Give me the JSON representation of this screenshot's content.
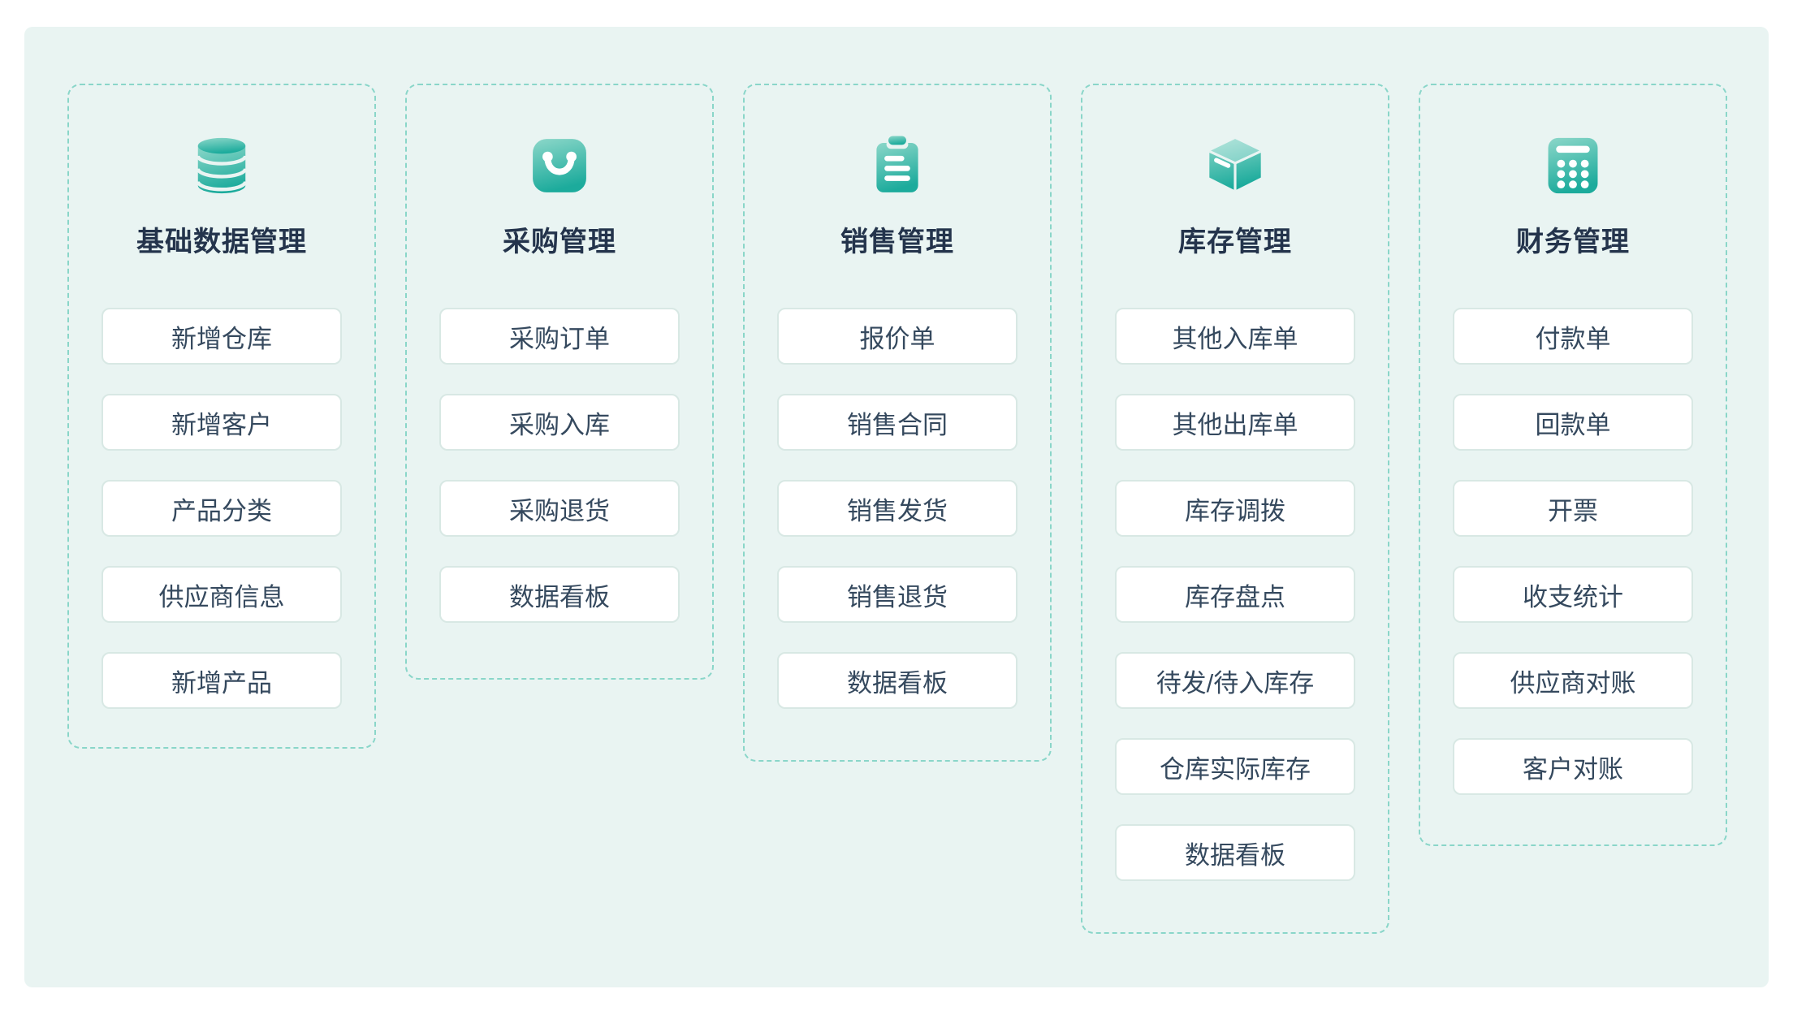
{
  "page": {
    "background": "#ffffff",
    "panel_background": "#e9f4f2",
    "dashed_border_color": "#8ad6c9",
    "accent_gradient_top": "#8cd7c9",
    "accent_gradient_bottom": "#1cab9c",
    "title_color": "#24344c",
    "button_text_color": "#35495e"
  },
  "sections": [
    {
      "title": "基础数据管理",
      "icon": "database-icon",
      "items": [
        "新增仓库",
        "新增客户",
        "产品分类",
        "供应商信息",
        "新增产品"
      ]
    },
    {
      "title": "采购管理",
      "icon": "shopping-bag-icon",
      "items": [
        "采购订单",
        "采购入库",
        "采购退货",
        "数据看板"
      ]
    },
    {
      "title": "销售管理",
      "icon": "clipboard-icon",
      "items": [
        "报价单",
        "销售合同",
        "销售发货",
        "销售退货",
        "数据看板"
      ]
    },
    {
      "title": "库存管理",
      "icon": "cube-icon",
      "items": [
        "其他入库单",
        "其他出库单",
        "库存调拨",
        "库存盘点",
        "待发/待入库存",
        "仓库实际库存",
        "数据看板"
      ]
    },
    {
      "title": "财务管理",
      "icon": "calculator-icon",
      "items": [
        "付款单",
        "回款单",
        "开票",
        "收支统计",
        "供应商对账",
        "客户对账"
      ]
    }
  ]
}
